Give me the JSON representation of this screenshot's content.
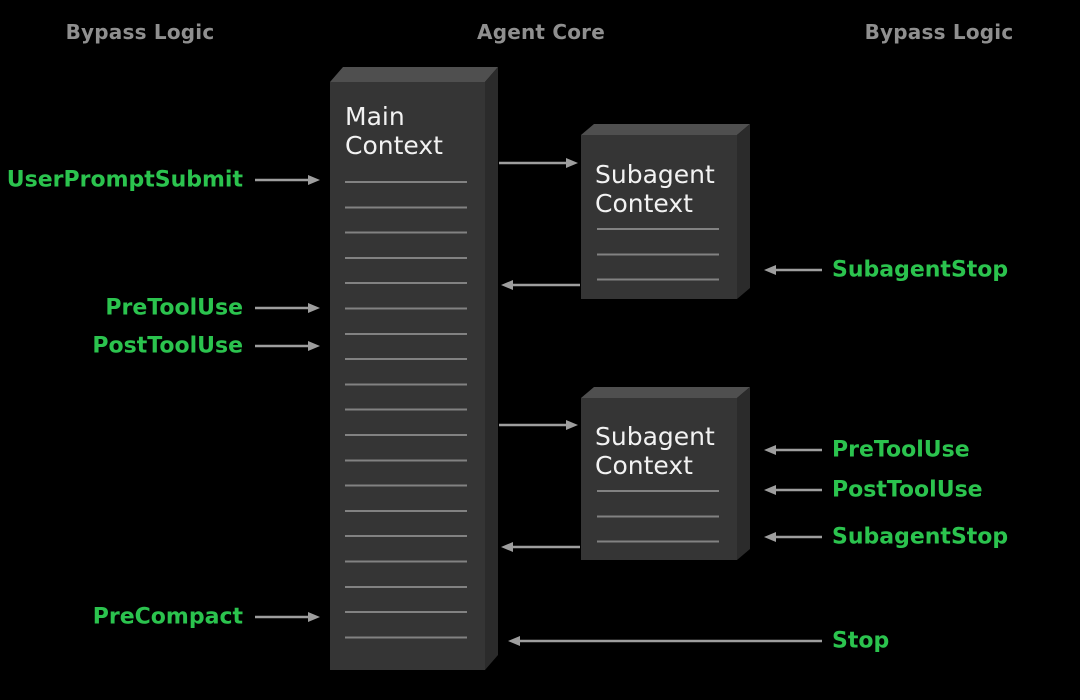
{
  "headers": {
    "left": "Bypass Logic",
    "center": "Agent Core",
    "right": "Bypass Logic"
  },
  "boxes": {
    "main": {
      "title": "Main Context"
    },
    "subagent_top": {
      "title": "Subagent Context"
    },
    "subagent_bottom": {
      "title": "Subagent Context"
    }
  },
  "hooks": {
    "left": [
      {
        "label": "UserPromptSubmit"
      },
      {
        "label": "PreToolUse"
      },
      {
        "label": "PostToolUse"
      },
      {
        "label": "PreCompact"
      }
    ],
    "right": [
      {
        "label": "SubagentStop"
      },
      {
        "label": "PreToolUse"
      },
      {
        "label": "PostToolUse"
      },
      {
        "label": "SubagentStop"
      },
      {
        "label": "Stop"
      }
    ]
  },
  "colors": {
    "background": "#000000",
    "hook_green": "#2BC34E",
    "arrow_gray": "#9E9E9E",
    "header_gray": "#8F8F8F",
    "box_front": "#353535",
    "box_top": "#4F4F4F",
    "box_side": "#2B2B2B",
    "box_line": "#8F8F8F",
    "box_title": "#F2F2F2"
  }
}
